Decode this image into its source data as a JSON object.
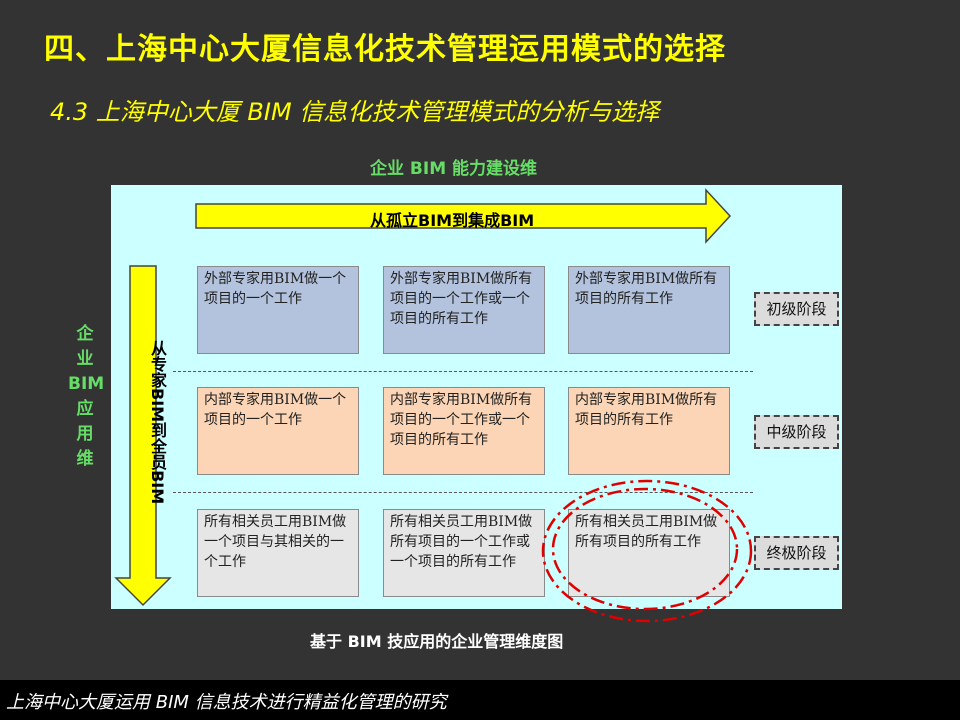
{
  "title": "四、上海中心大厦信息化技术管理运用模式的选择",
  "subtitle": "4.3  上海中心大厦 BIM 信息化技术管理模式的分析与选择",
  "diagram": {
    "axis_top": "企业 BIM 能力建设维",
    "axis_left": [
      "企",
      "业",
      "BIM",
      "应",
      "用",
      "维"
    ],
    "arrow_horizontal": "从孤立BIM到集成BIM",
    "arrow_vertical": "从专家BIM到全员BIM",
    "rows": [
      {
        "stage": "初级阶段",
        "cells": [
          "外部专家用BIM做一个项目的一个工作",
          "外部专家用BIM做所有项目的一个工作或一个项目的所有工作",
          "外部专家用BIM做所有项目的所有工作"
        ]
      },
      {
        "stage": "中级阶段",
        "cells": [
          "内部专家用BIM做一个项目的一个工作",
          "内部专家用BIM做所有项目的一个工作或一个项目的所有工作",
          "内部专家用BIM做所有项目的所有工作"
        ]
      },
      {
        "stage": "终极阶段",
        "cells": [
          "所有相关员工用BIM做一个项目与其相关的一个工作",
          "所有相关员工用BIM做所有项目的一个工作或一个项目的所有工作",
          "所有相关员工用BIM做所有项目的所有工作"
        ]
      }
    ],
    "caption": "基于 BIM 技应用的企业管理维度图",
    "colors": {
      "panel": "#ccffff",
      "arrow": "#ffff00",
      "highlight": "#e00000",
      "row0": "#b3c3de",
      "row1": "#fbd5b5",
      "row2": "#e6e6e6"
    }
  },
  "footer": "上海中心大厦运用 BIM 信息技术进行精益化管理的研究"
}
